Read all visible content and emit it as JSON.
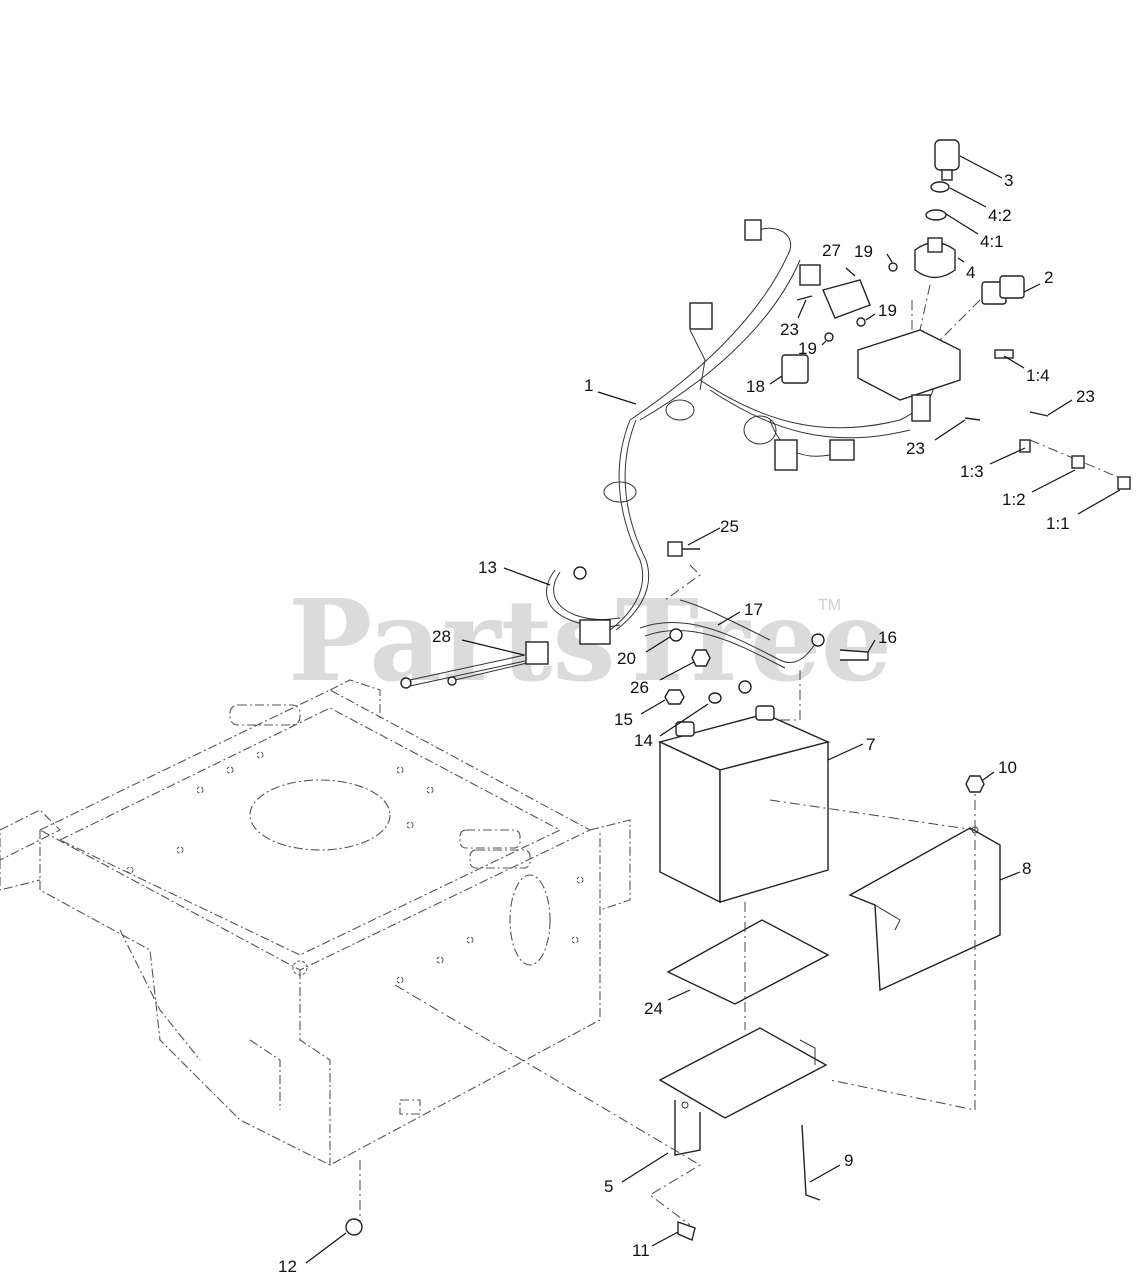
{
  "watermark": {
    "brand": "PartsTree",
    "trademark": "TM"
  },
  "callouts": [
    {
      "id": "c3",
      "text": "3"
    },
    {
      "id": "c4_2",
      "text": "4:2"
    },
    {
      "id": "c4_1",
      "text": "4:1"
    },
    {
      "id": "c27",
      "text": "27"
    },
    {
      "id": "c19a",
      "text": "19"
    },
    {
      "id": "c4",
      "text": "4"
    },
    {
      "id": "c2",
      "text": "2"
    },
    {
      "id": "c19b",
      "text": "19"
    },
    {
      "id": "c23a",
      "text": "23"
    },
    {
      "id": "c19c",
      "text": "19"
    },
    {
      "id": "c1_4",
      "text": "1:4"
    },
    {
      "id": "c1",
      "text": "1"
    },
    {
      "id": "c18",
      "text": "18"
    },
    {
      "id": "c23b",
      "text": "23"
    },
    {
      "id": "c23c",
      "text": "23"
    },
    {
      "id": "c1_3",
      "text": "1:3"
    },
    {
      "id": "c1_2",
      "text": "1:2"
    },
    {
      "id": "c1_1",
      "text": "1:1"
    },
    {
      "id": "c25",
      "text": "25"
    },
    {
      "id": "c13",
      "text": "13"
    },
    {
      "id": "c17",
      "text": "17"
    },
    {
      "id": "c16",
      "text": "16"
    },
    {
      "id": "c28",
      "text": "28"
    },
    {
      "id": "c20",
      "text": "20"
    },
    {
      "id": "c26",
      "text": "26"
    },
    {
      "id": "c15",
      "text": "15"
    },
    {
      "id": "c14",
      "text": "14"
    },
    {
      "id": "c7",
      "text": "7"
    },
    {
      "id": "c10",
      "text": "10"
    },
    {
      "id": "c8",
      "text": "8"
    },
    {
      "id": "c24",
      "text": "24"
    },
    {
      "id": "c9",
      "text": "9"
    },
    {
      "id": "c5",
      "text": "5"
    },
    {
      "id": "c11",
      "text": "11"
    },
    {
      "id": "c12",
      "text": "12"
    }
  ]
}
